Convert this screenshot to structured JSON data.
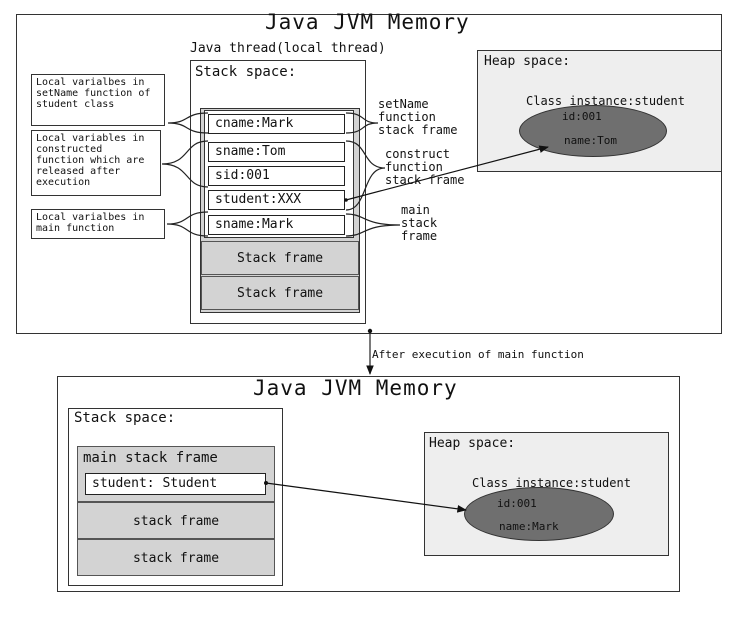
{
  "top": {
    "title": "Java JVM Memory",
    "thread_label": "Java thread(local thread)",
    "stack_label": "Stack space:",
    "heap_label": "Heap space:",
    "class_label": "Class instance:student",
    "object": {
      "id": "id:001",
      "name": "name:Tom"
    },
    "vars": {
      "cname": "cname:Mark",
      "sname": "sname:Tom",
      "sid": "sid:001",
      "student": "student:XXX",
      "main_sname": "sname:Mark"
    },
    "frames": [
      "Stack frame",
      "Stack frame"
    ],
    "notes": {
      "setname": "Local varialbes in setName function of student class",
      "construct": "Local variables in constructed function which are released after execution",
      "main": "Local varialbes in main function"
    },
    "frame_labels": {
      "setname": "setName function stack frame",
      "construct": "construct function stack frame",
      "main": "main stack frame"
    }
  },
  "transition": "After execution of main function",
  "bottom": {
    "title": "Java JVM Memory",
    "stack_label": "Stack space:",
    "main_frame": "main stack frame",
    "student_var": "student: Student",
    "frames": [
      "stack frame",
      "stack frame"
    ],
    "heap_label": "Heap space:",
    "class_label": "Class instance:student",
    "object": {
      "id": "id:001",
      "name": "name:Mark"
    }
  }
}
